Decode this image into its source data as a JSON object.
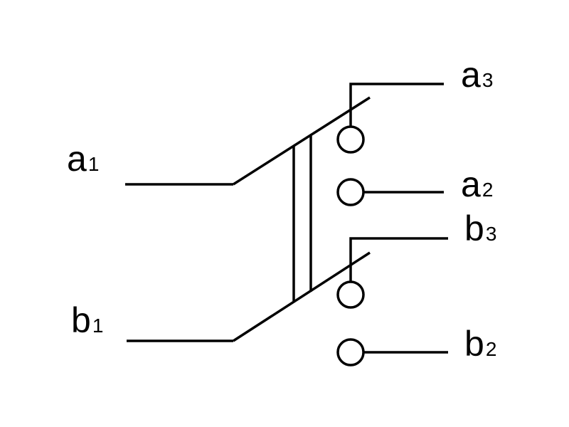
{
  "diagram": {
    "stroke_color": "#000000",
    "background_color": "#ffffff",
    "terminals": {
      "a1": {
        "main": "a",
        "sub": "1"
      },
      "b1": {
        "main": "b",
        "sub": "1"
      },
      "a3": {
        "main": "a",
        "sub": "3"
      },
      "a2": {
        "main": "a",
        "sub": "2"
      },
      "b3": {
        "main": "b",
        "sub": "3"
      },
      "b2": {
        "main": "b",
        "sub": "2"
      }
    }
  }
}
